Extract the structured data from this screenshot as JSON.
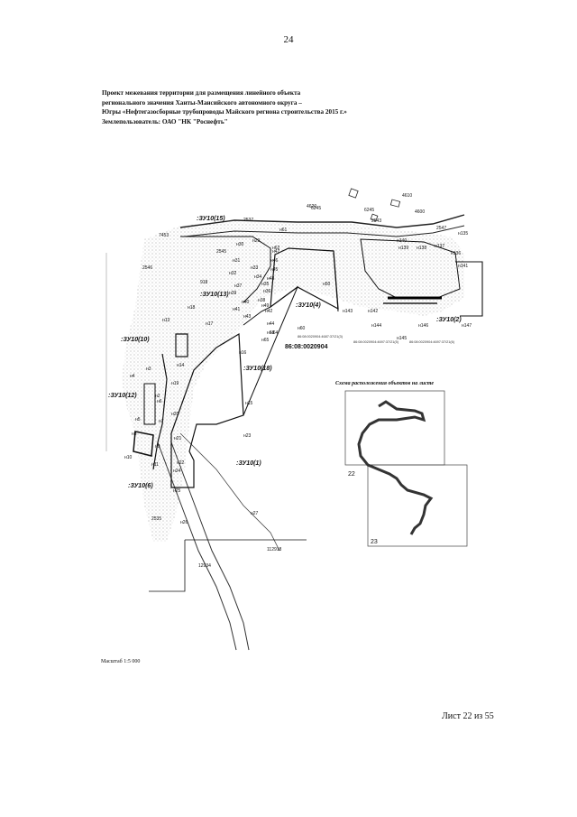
{
  "page_number": "24",
  "heading": {
    "line1": "Проект межевания территории для размещения линейного объекта",
    "line2": "регионального значения Ханты-Мансийского автономного округа –",
    "line3": "Югры «Нефтегазосборные трубопроводы Майского региона строительства 2015 г.»",
    "line4": "Землепользователь: ОАО \"НК \"Роснефть\""
  },
  "map": {
    "zones": [
      ":ЗУ10(15)",
      ":ЗУ10(13)",
      ":ЗУ10(4)",
      ":ЗУ10(10)",
      ":ЗУ10(18)",
      ":ЗУ10(12)",
      ":ЗУ10(6)",
      ":ЗУ10(1)",
      ":ЗУ10(2)"
    ],
    "cadastral_number": "86:08:0020904",
    "point_labels_left": [
      "н13",
      "н16",
      "н17",
      "н15",
      "н18",
      "н19",
      "н20",
      "н21",
      "н22",
      "н23",
      "н24",
      "н25",
      "н26",
      "н27",
      "н28",
      "н4",
      "н3",
      "н2",
      "н5",
      "н6",
      "н7",
      "н8",
      "н9",
      "н10",
      "н11",
      "н14"
    ],
    "point_labels_top": [
      "н30",
      "н29",
      "н31",
      "н32",
      "н33",
      "н34",
      "н35",
      "н36",
      "н37",
      "н38",
      "н39",
      "н40",
      "н41",
      "н42",
      "н43",
      "н44",
      "н45",
      "н46",
      "н47",
      "н48",
      "н49",
      "н50",
      "н60",
      "н61",
      "н62",
      "н63",
      "н64",
      "н65"
    ],
    "point_labels_right": [
      "н139",
      "н138",
      "н137",
      "н136",
      "н135",
      "н140",
      "н141",
      "н142",
      "н143",
      "н144",
      "н145",
      "н146",
      "н147"
    ],
    "contour_labels": [
      "6245",
      "4620",
      "6245",
      "4610",
      "4600",
      "2537",
      "2543",
      "7453",
      "2546",
      "2547",
      "2545",
      "918",
      "2535",
      "112918",
      "12934"
    ],
    "tiny_labels": [
      "86:08:0020904:4687:37/21(3)",
      "86:08:0020904:4697:37/21(5)",
      "86:08:0020904:4697:37/21(6)"
    ],
    "inset": {
      "title": "Схема расположения объектов на листе",
      "sheet_22": "22",
      "sheet_23": "23"
    }
  },
  "scale": "Масштаб 1:5 000",
  "sheet_label": "Лист 22  из 55"
}
